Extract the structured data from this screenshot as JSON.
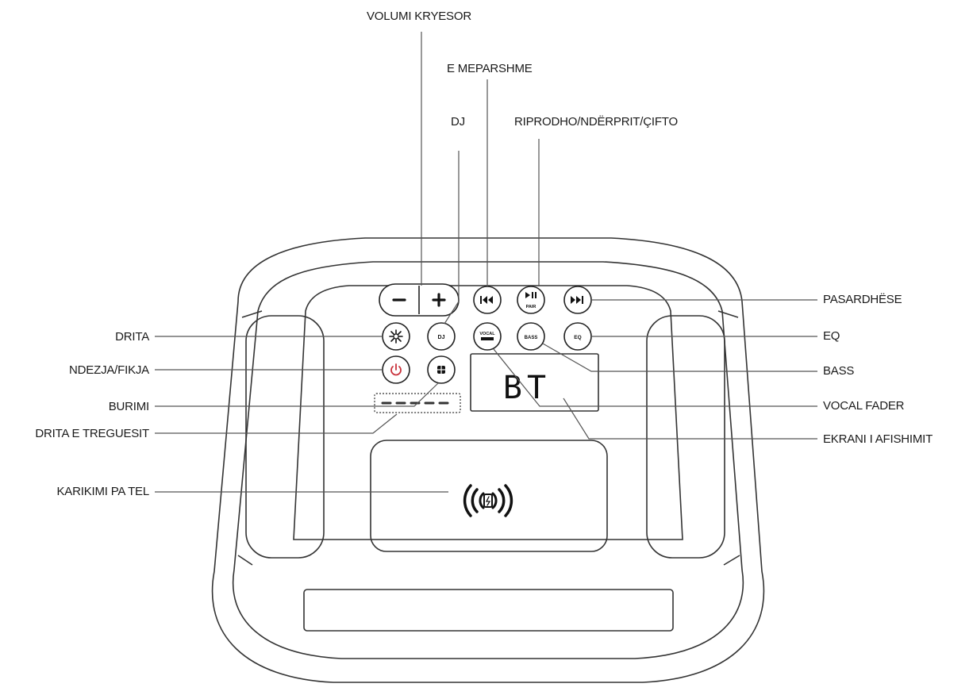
{
  "labels": {
    "volumi_kryesor": "VOLUMI KRYESOR",
    "e_meparshme": "E MEPARSHME",
    "dj": "DJ",
    "riprodho": "RIPRODHO/NDËRPRIT/ÇIFTO",
    "pasardhese": "PASARDHËSE",
    "eq": "EQ",
    "bass": "BASS",
    "vocal_fader": "VOCAL FADER",
    "ekrani": "EKRANI I AFISHIMIT",
    "drita": "DRITA",
    "ndezja": "NDEZJA/FIKJA",
    "burimi": "BURIMI",
    "drita_treguesit": "DRITA E TREGUESIT",
    "karikimi": "KARIKIMI PA TEL"
  },
  "buttons": {
    "minus": "−",
    "plus": "+",
    "dj": "DJ",
    "pair": "PAIR",
    "vocal": "VOCAL",
    "bass": "BASS",
    "eq": "EQ"
  },
  "display_text": "BT"
}
